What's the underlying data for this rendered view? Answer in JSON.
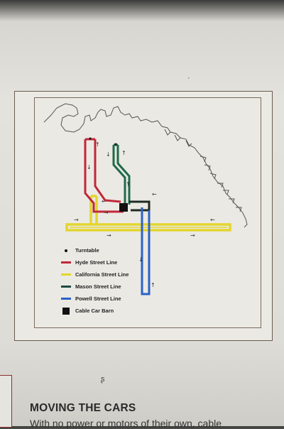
{
  "legend": {
    "items": [
      {
        "label": "Turntable",
        "kind": "dot",
        "color": "#111111"
      },
      {
        "label": "Hyde Street Line",
        "kind": "line",
        "color": "#c0283a"
      },
      {
        "label": "California Street Line",
        "kind": "line",
        "color": "#e3d62c"
      },
      {
        "label": "Mason Street Line",
        "kind": "line",
        "color": "#1f6a4a"
      },
      {
        "label": "Powell Street Line",
        "kind": "line",
        "color": "#2a62c8"
      },
      {
        "label": "Cable Car Barn",
        "kind": "box",
        "color": "#111111"
      }
    ]
  },
  "section": {
    "heading": "MOVING THE CARS",
    "body": "With no power or motors of their own, cable"
  },
  "colors": {
    "hyde": "#c0283a",
    "california": "#e3d62c",
    "mason": "#1f6a4a",
    "powell": "#2a62c8",
    "barn": "#111111"
  }
}
